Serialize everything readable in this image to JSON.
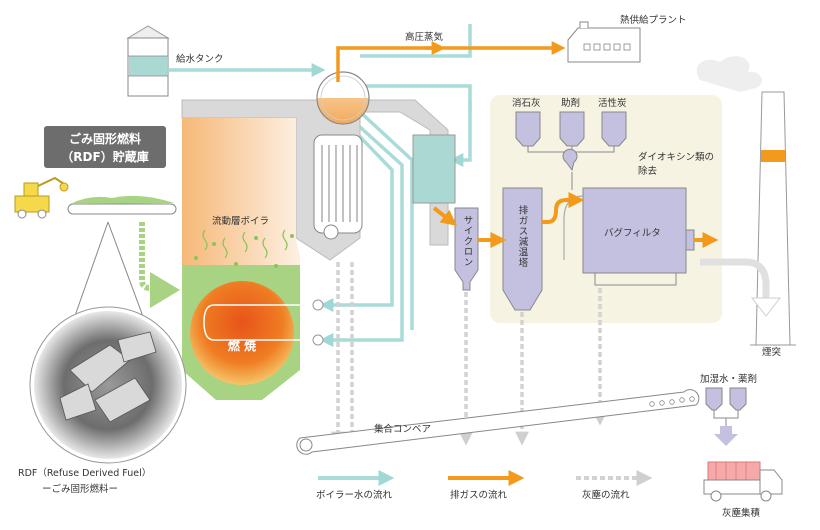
{
  "labels": {
    "water_tank": "給水タンク",
    "hp_steam": "高圧蒸気",
    "heat_plant": "熱供給プラント",
    "storage_line1": "ごみ固形燃料",
    "storage_line2": "（RDF）貯蔵庫",
    "boiler": "流動層ボイラ",
    "combustion": "燃 焼",
    "lime": "消石灰",
    "aux": "助剤",
    "carbon": "活性炭",
    "dioxin_line1": "ダイオキシン類の",
    "dioxin_line2": "除去",
    "cyclone": "サイクロン",
    "cooler": "排ガス減温塔",
    "bag_filter": "バグフィルタ",
    "chimney": "煙突",
    "humidify": "加湿水・薬剤",
    "conveyor": "集合コンベア",
    "ash_collect": "灰塵集積",
    "rdf_caption1": "RDF（Refuse Derived Fuel）",
    "rdf_caption2": "ーごみ固形燃料ー"
  },
  "legend": {
    "water": "ボイラー水の流れ",
    "gas": "排ガスの流れ",
    "ash": "灰塵の流れ"
  },
  "colors": {
    "water": "#a9dcd9",
    "gas": "#f39a1c",
    "ash": "#d2d2d2",
    "equipment": "#c3c0e0",
    "fire": "#ec6a12",
    "bed": "#a7d382",
    "zone": "#f7f3e3"
  }
}
